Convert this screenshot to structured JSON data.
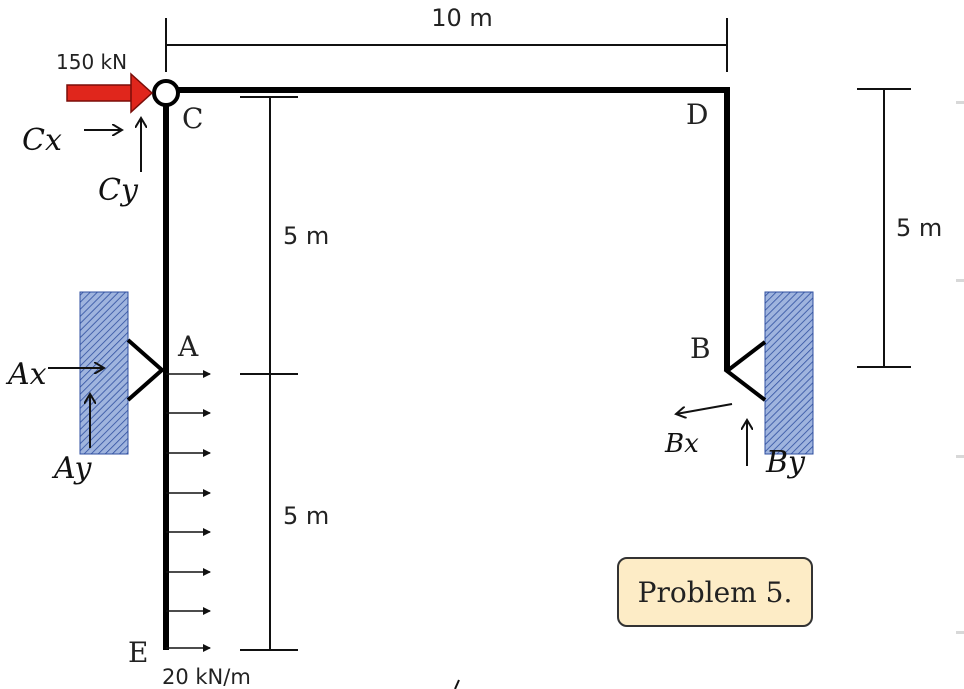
{
  "dimensions": {
    "top_span": "10 m",
    "upper_left_height": "5 m",
    "lower_left_height": "5 m",
    "right_height": "5 m"
  },
  "loads": {
    "point_load": "150 kN",
    "distributed_load": "20 kN/m"
  },
  "points": {
    "C": "C",
    "D": "D",
    "A": "A",
    "B": "B",
    "E": "E"
  },
  "handwritten": {
    "cx": "Cx",
    "cy": "Cy",
    "ax": "Ax",
    "ay": "Ay",
    "bx": "Bx",
    "by": "By"
  },
  "caption": "Problem 5.",
  "colors": {
    "member": "#000000",
    "point_load_arrow": "#e0261c",
    "support_fill": "#8fa8d6",
    "support_hatch": "#2f4fa0",
    "badge_fill": "#fdecc6"
  }
}
